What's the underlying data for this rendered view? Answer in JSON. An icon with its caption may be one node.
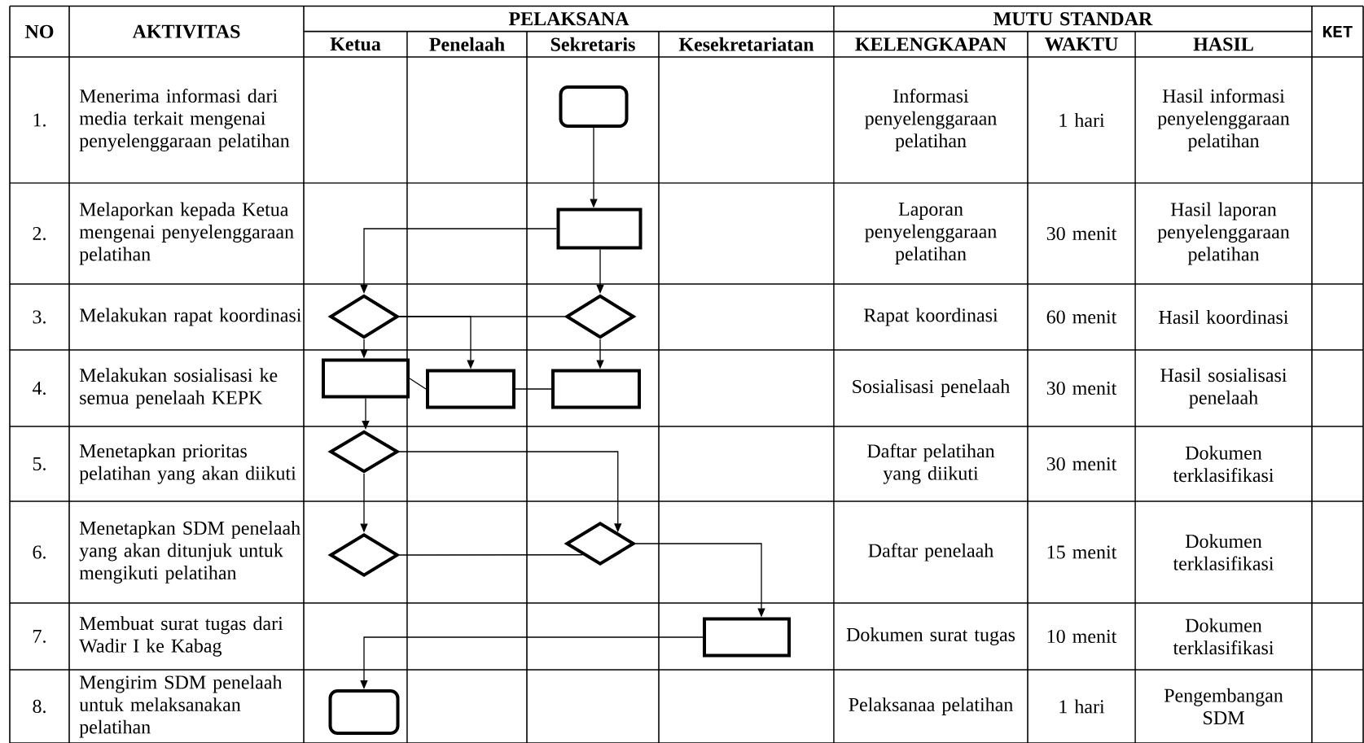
{
  "diagram": {
    "nodes": [
      {
        "text": [],
        "shape": "terminal"
      },
      {
        "text": [],
        "shape": "box"
      },
      {
        "text": [],
        "shape": "diamond"
      },
      {
        "text": [],
        "shape": "diamond"
      },
      {
        "text": [],
        "shape": "box"
      },
      {
        "text": [],
        "shape": "box"
      },
      {
        "text": [],
        "shape": "box"
      },
      {
        "text": [],
        "shape": "diamond"
      },
      {
        "text": [],
        "shape": "diamond"
      },
      {
        "text": [],
        "shape": "diamond"
      },
      {
        "text": [],
        "shape": "box"
      },
      {
        "text": [],
        "shape": "terminal"
      }
    ],
    "edges": [
      {
        "from": 0,
        "to": 1,
        "arrow": "to"
      },
      {
        "from": 1,
        "to": 2,
        "arrow": "to"
      },
      {
        "from": 1,
        "to": 3,
        "arrow": "to"
      },
      {
        "from": 2,
        "to": 3,
        "arrow": "none"
      },
      {
        "from": 2,
        "to": 5,
        "arrow": "to"
      },
      {
        "from": 2,
        "to": 4,
        "arrow": "to"
      },
      {
        "from": 3,
        "to": 6,
        "arrow": "to"
      },
      {
        "from": 4,
        "to": 5,
        "arrow": "none"
      },
      {
        "from": 5,
        "to": 6,
        "arrow": "none"
      },
      {
        "from": 4,
        "to": 7,
        "arrow": "to"
      },
      {
        "from": 7,
        "to": 8,
        "arrow": "to"
      },
      {
        "from": 7,
        "to": 9,
        "arrow": "to"
      },
      {
        "from": 8,
        "to": 9,
        "arrow": "none"
      },
      {
        "from": 9,
        "to": 10,
        "arrow": "to"
      },
      {
        "from": 10,
        "to": 11,
        "arrow": "to"
      }
    ],
    "labels": [
      "NO",
      "AKTIVITAS",
      "PELAKSANA",
      "MUTU STANDAR",
      "KET",
      "Ketua",
      "Penelaah",
      "Sekretaris",
      "Kesekretariatan",
      "KELENGKAPAN",
      "WAKTU",
      "HASIL",
      "1.",
      "Menerima informasi dari media terkait mengenai penyelenggaraan pelatihan",
      "Informasi penyelenggaraan pelatihan",
      "1 hari",
      "Hasil informasi penyelenggaraan pelatihan",
      "2.",
      "Melaporkan kepada Ketua mengenai penyelenggaraan pelatihan",
      "Laporan penyelenggaraan pelatihan",
      "30 menit",
      "Hasil laporan penyelenggaraan pelatihan",
      "3.",
      "Melakukan rapat koordinasi",
      "Rapat koordinasi",
      "60 menit",
      "Hasil koordinasi",
      "4.",
      "Melakukan sosialisasi ke semua penelaah KEPK",
      "Sosialisasi penelaah",
      "30 menit",
      "Hasil sosialisasi penelaah",
      "5.",
      "Menetapkan prioritas pelatihan yang akan diikuti",
      "Daftar pelatihan yang diikuti",
      "30 menit",
      "Dokumen terklasifikasi",
      "6.",
      "Menetapkan SDM penelaah yang akan ditunjuk untuk mengikuti pelatihan",
      "Daftar penelaah",
      "15 menit",
      "Dokumen terklasifikasi",
      "7.",
      "Membuat surat tugas dari Wadir I ke Kabag",
      "Dokumen surat tugas",
      "10 menit",
      "Dokumen terklasifikasi",
      "8.",
      "Mengirim SDM penelaah untuk melaksanakan pelatihan",
      "Pelaksanaa pelatihan",
      "1 hari",
      "Pengembangan SDM"
    ]
  }
}
